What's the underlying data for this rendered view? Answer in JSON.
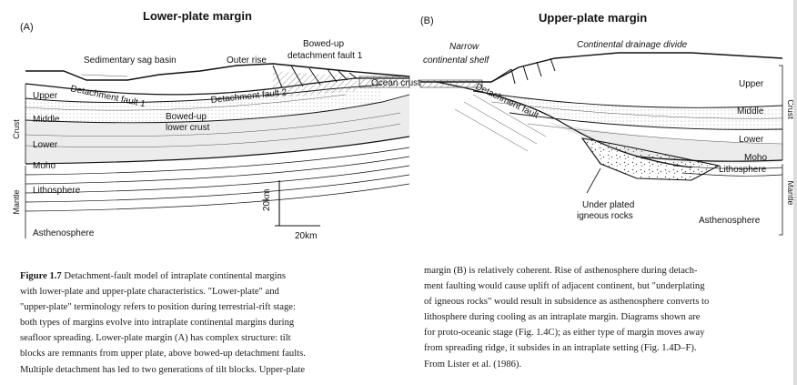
{
  "panel_a": {
    "label": "(A)",
    "title": "Lower-plate margin",
    "sedimentary_sag_basin": "Sedimentary sag basin",
    "outer_rise": "Outer rise",
    "bowed_up_fault_1": "Bowed-up",
    "bowed_up_fault_2": "detachment fault 1",
    "detachment_fault_1": "Detachment fault 1",
    "detachment_fault_2": "Detachment fault 2",
    "ocean_crust": "Ocean crust",
    "upper": "Upper",
    "middle": "Middle",
    "lower": "Lower",
    "moho": "Moho",
    "lithosphere": "Lithosphere",
    "asthenosphere": "Asthenosphere",
    "bowed_up_lower_crust_1": "Bowed-up",
    "bowed_up_lower_crust_2": "lower crust",
    "crust": "Crust",
    "mantle": "Mantle",
    "scale_v": "20km",
    "scale_h": "20km"
  },
  "panel_b": {
    "label": "(B)",
    "title": "Upper-plate margin",
    "narrow_shelf_1": "Narrow",
    "narrow_shelf_2": "continental shelf",
    "drainage_divide": "Continental drainage divide",
    "detachment_fault": "Detachment fault",
    "upper": "Upper",
    "middle": "Middle",
    "lower": "Lower",
    "moho": "Moho",
    "lithosphere": "Lithosphere",
    "underplated_1": "Under plated",
    "underplated_2": "igneous rocks",
    "asthenosphere": "Asthenosphere",
    "crust": "Crust",
    "mantle": "Mantle"
  },
  "caption_left": {
    "fig_label": "Figure 1.7",
    "line1": "Detachment-fault model of intraplate continental margins",
    "line2": "with lower-plate and upper-plate characteristics. \"Lower-plate\" and",
    "line3": "\"upper-plate\" terminology refers to position during terrestrial-rift stage:",
    "line4": "both types of margins evolve into intraplate continental margins during",
    "line5": "seafloor spreading. Lower-plate margin (A) has complex structure: tilt",
    "line6": "blocks are remnants from upper plate, above bowed-up detachment faults.",
    "line7": "Multiple detachment has led to two generations of tilt blocks. Upper-plate"
  },
  "caption_right": {
    "line1": "margin (B) is relatively coherent. Rise of asthenosphere during detach-",
    "line2": "ment faulting would cause uplift of adjacent continent, but \"underplating",
    "line3": "of igneous rocks\" would result in subsidence as asthenosphere converts to",
    "line4": "lithosphere during cooling as an intraplate margin. Diagrams shown are",
    "line5": "for proto-oceanic stage (Fig. 1.4C); as either type of margin moves away",
    "line6": "from spreading ridge, it subsides in an intraplate setting (Fig. 1.4D–F).",
    "line7": "From Lister et al. (1986)."
  }
}
